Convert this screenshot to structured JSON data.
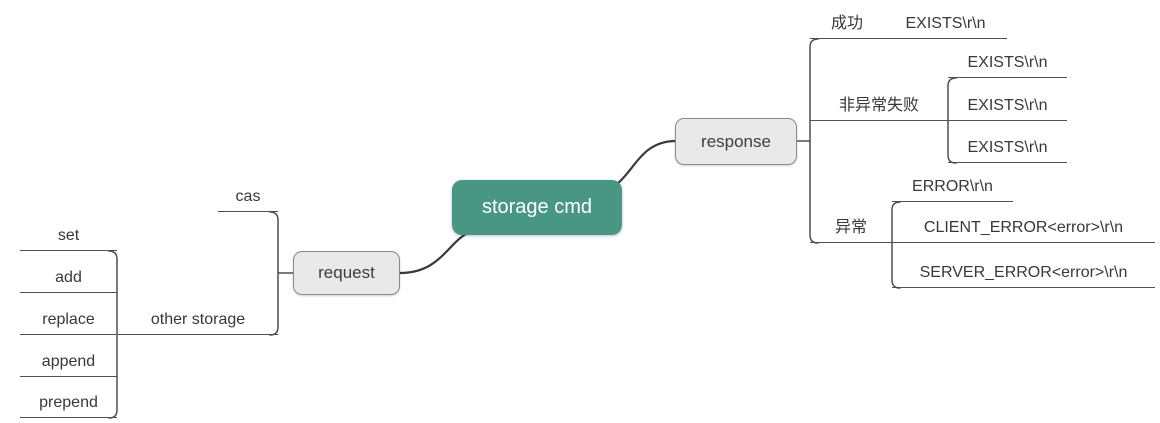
{
  "diagram_type": "mindmap-logic-chart",
  "colors": {
    "root_fill": "#489684",
    "root_text": "#ffffff",
    "branch_fill": "#e9e9e9",
    "branch_border": "#8a8a8a",
    "line": "#4f4f4f",
    "text": "#383838"
  },
  "root": {
    "label": "storage cmd"
  },
  "request": {
    "label": "request",
    "cas": {
      "label": "cas"
    },
    "other_storage": {
      "label": "other storage",
      "children": [
        {
          "label": "set"
        },
        {
          "label": "add"
        },
        {
          "label": "replace"
        },
        {
          "label": "append"
        },
        {
          "label": "prepend"
        }
      ]
    }
  },
  "response": {
    "label": "response",
    "success": {
      "label": "成功",
      "results": [
        {
          "label": "EXISTS\\r\\n"
        }
      ]
    },
    "non_exception_failure": {
      "label": "非异常失败",
      "results": [
        {
          "label": "EXISTS\\r\\n"
        },
        {
          "label": "EXISTS\\r\\n"
        },
        {
          "label": "EXISTS\\r\\n"
        }
      ]
    },
    "exception": {
      "label": "异常",
      "results": [
        {
          "label": "ERROR\\r\\n"
        },
        {
          "label": "CLIENT_ERROR<error>\\r\\n"
        },
        {
          "label": "SERVER_ERROR<error>\\r\\n"
        }
      ]
    }
  }
}
